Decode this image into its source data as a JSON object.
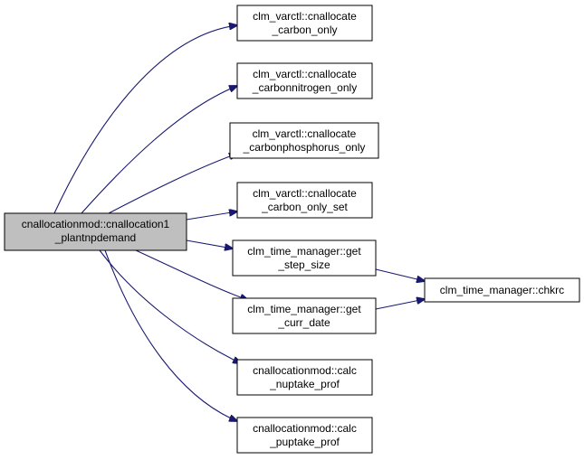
{
  "root": {
    "line1": "cnallocationmod::cnallocation1",
    "line2": "_plantnpdemand"
  },
  "callees": [
    {
      "line1": "clm_varctl::cnallocate",
      "line2": "_carbon_only"
    },
    {
      "line1": "clm_varctl::cnallocate",
      "line2": "_carbonnitrogen_only"
    },
    {
      "line1": "clm_varctl::cnallocate",
      "line2": "_carbonphosphorus_only"
    },
    {
      "line1": "clm_varctl::cnallocate",
      "line2": "_carbon_only_set"
    },
    {
      "line1": "clm_time_manager::get",
      "line2": "_step_size"
    },
    {
      "line1": "clm_time_manager::get",
      "line2": "_curr_date"
    },
    {
      "line1": "cnallocationmod::calc",
      "line2": "_nuptake_prof"
    },
    {
      "line1": "cnallocationmod::calc",
      "line2": "_puptake_prof"
    }
  ],
  "leaf": {
    "line1": "clm_time_manager::chkrc"
  },
  "colors": {
    "edge": "#191970",
    "root_fill": "#bfbfbf",
    "node_fill": "#ffffff",
    "border": "#000000"
  }
}
